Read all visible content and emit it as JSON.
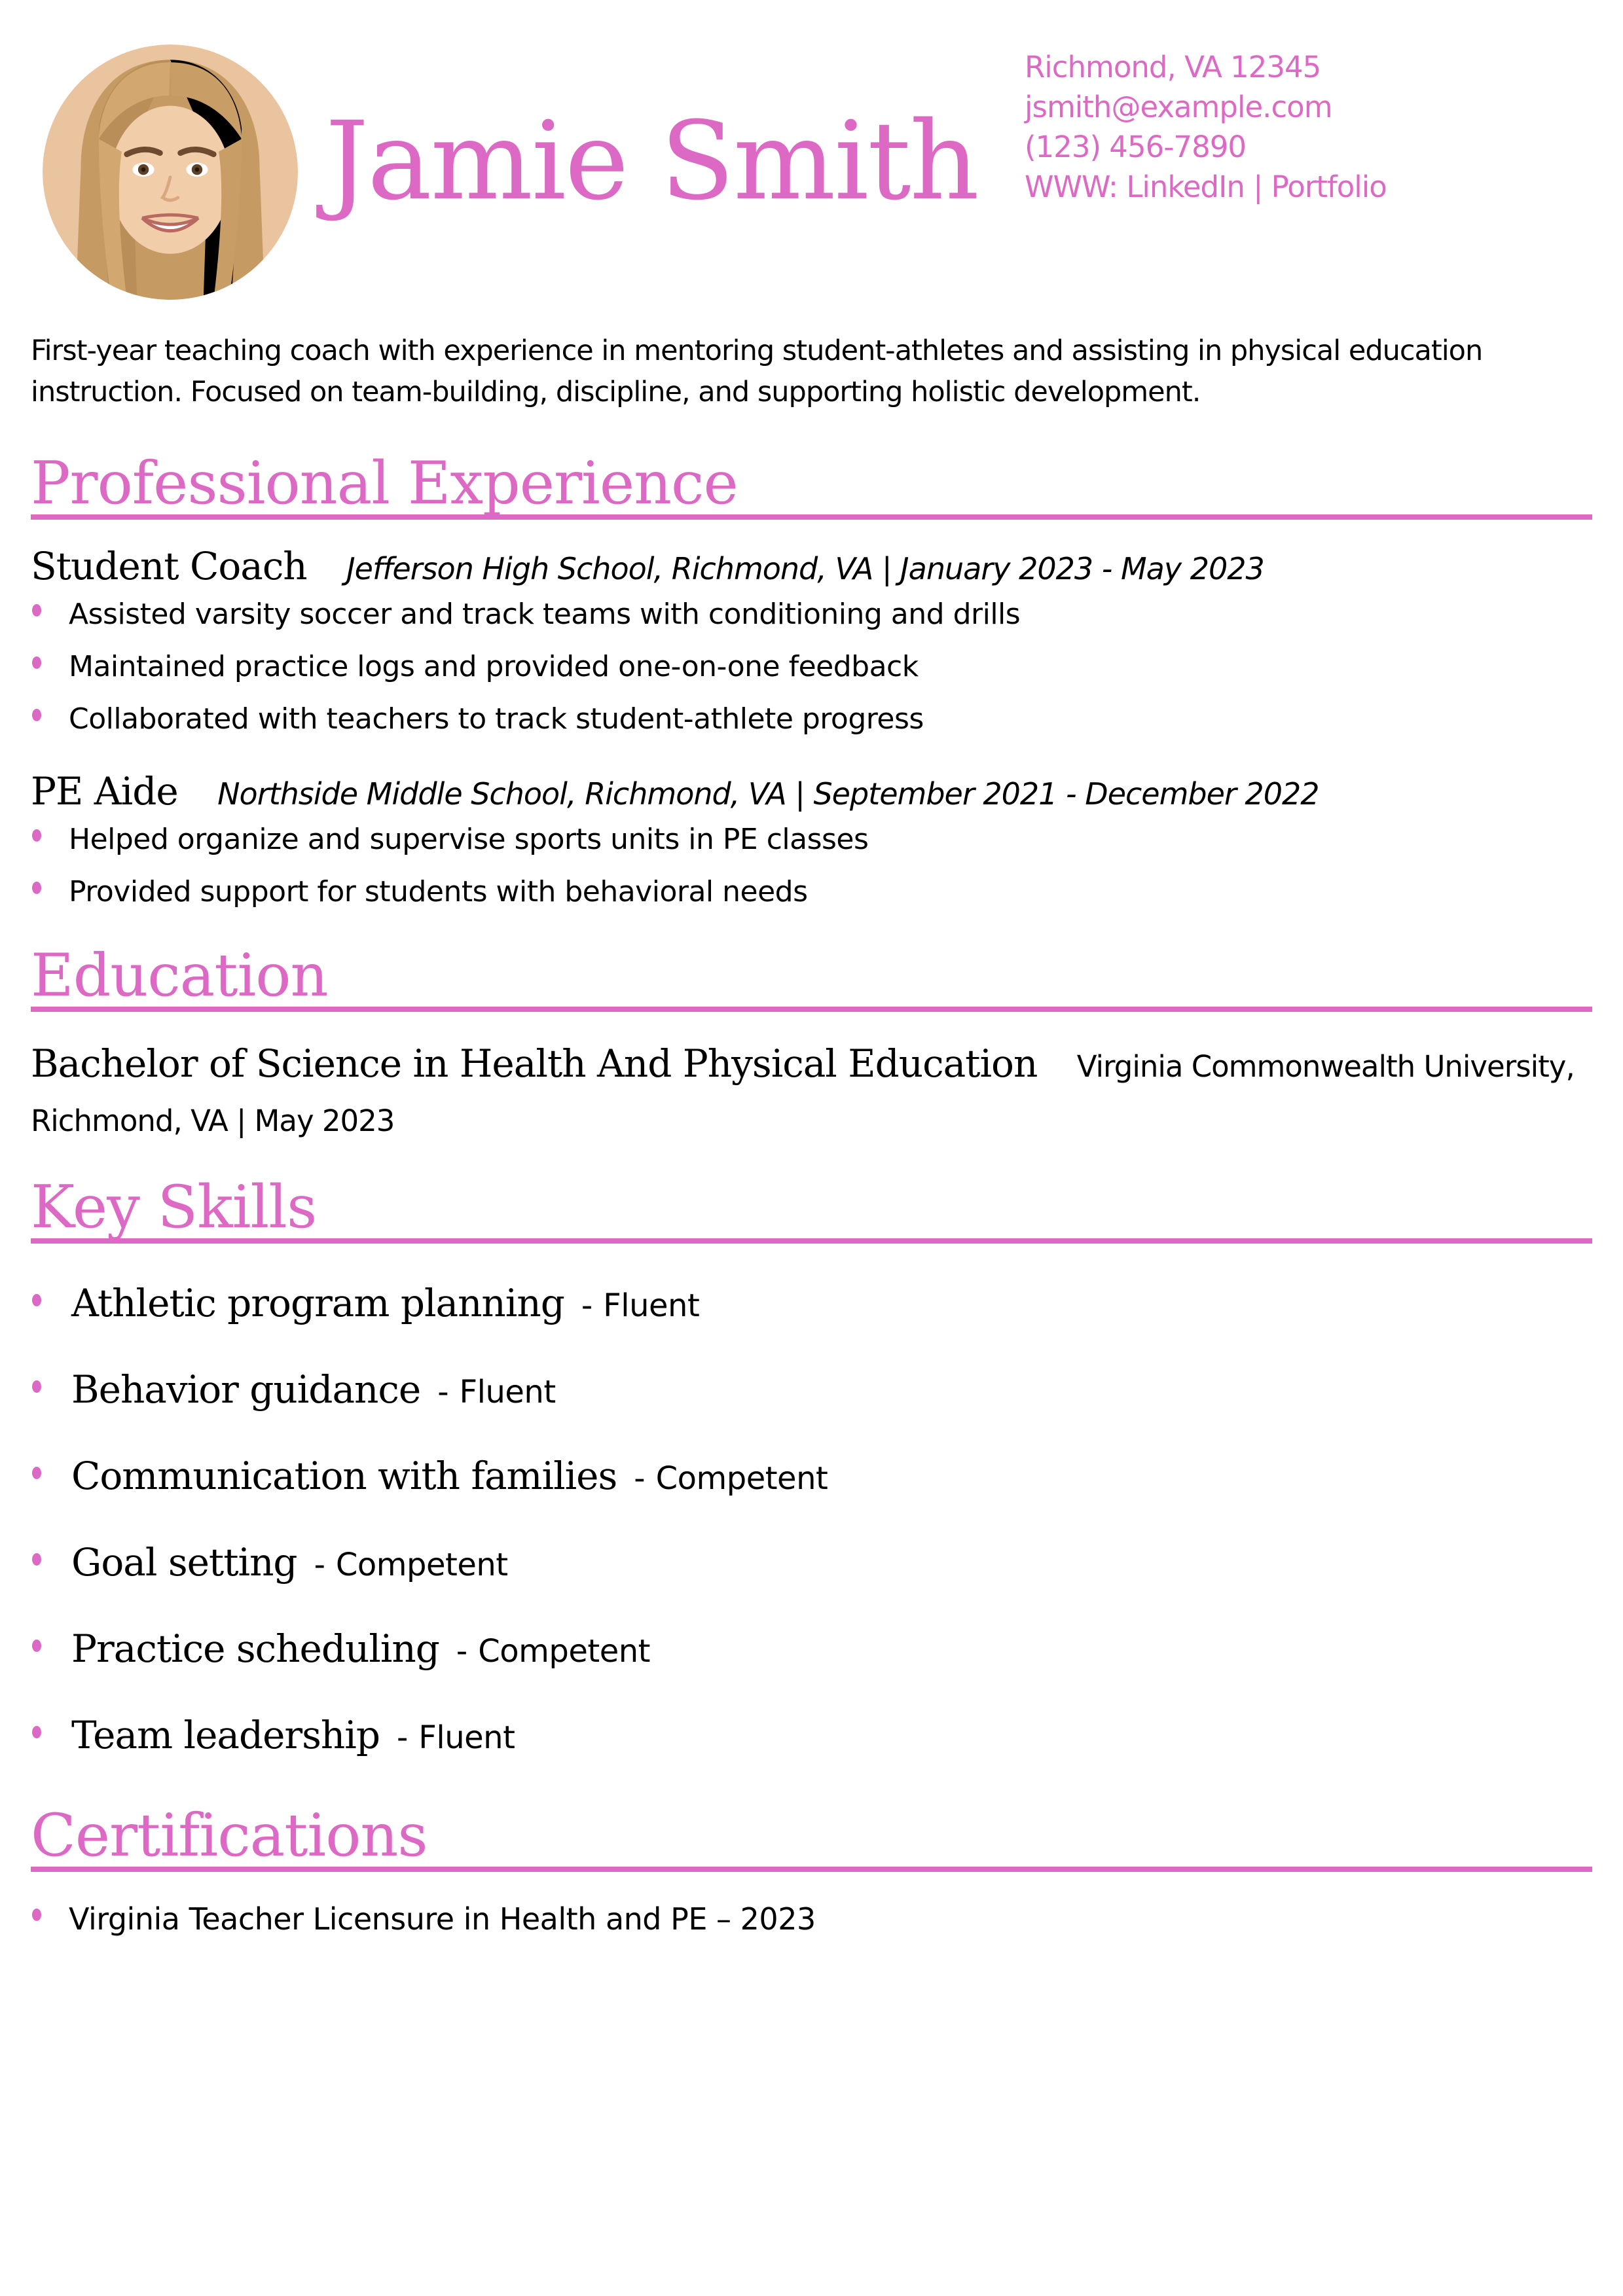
{
  "header": {
    "name": "Jamie Smith",
    "contact": {
      "location": "Richmond, VA 12345",
      "email": "jsmith@example.com",
      "phone": "(123) 456-7890",
      "links": "WWW: LinkedIn | Portfolio"
    }
  },
  "summary": {
    "text": "First-year teaching coach with experience in mentoring student-athletes and assisting in physical education instruction. Focused on team-building, discipline, and supporting holistic development."
  },
  "sections": {
    "experience": {
      "title": "Professional Experience",
      "jobs": [
        {
          "role": "Student Coach",
          "meta": "Jefferson High School, Richmond, VA | January 2023 - May 2023",
          "bullets": [
            "Assisted varsity soccer and track teams with conditioning and drills",
            "Maintained practice logs and provided one-on-one feedback",
            "Collaborated with teachers to track student-athlete progress"
          ]
        },
        {
          "role": "PE Aide",
          "meta": "Northside Middle School, Richmond, VA | September 2021 - December 2022",
          "bullets": [
            "Helped organize and supervise sports units in PE classes",
            "Provided support for students with behavioral needs"
          ]
        }
      ]
    },
    "education": {
      "title": "Education",
      "degree": "Bachelor of Science in Health And Physical Education",
      "school_meta": "Virginia Commonwealth University, Richmond, VA | May 2023"
    },
    "skills": {
      "title": "Key Skills",
      "dash": "-",
      "items": [
        {
          "name": "Athletic program planning",
          "level": "Fluent"
        },
        {
          "name": "Behavior guidance",
          "level": "Fluent"
        },
        {
          "name": "Communication with families",
          "level": "Competent"
        },
        {
          "name": "Goal setting",
          "level": "Competent"
        },
        {
          "name": "Practice scheduling",
          "level": "Competent"
        },
        {
          "name": "Team leadership",
          "level": "Fluent"
        }
      ]
    },
    "certifications": {
      "title": "Certifications",
      "items": [
        "Virginia Teacher Licensure in Health and PE – 2023"
      ]
    }
  },
  "colors": {
    "accent": "#dc6ac4",
    "text": "#000000",
    "paper": "#ffffff"
  }
}
